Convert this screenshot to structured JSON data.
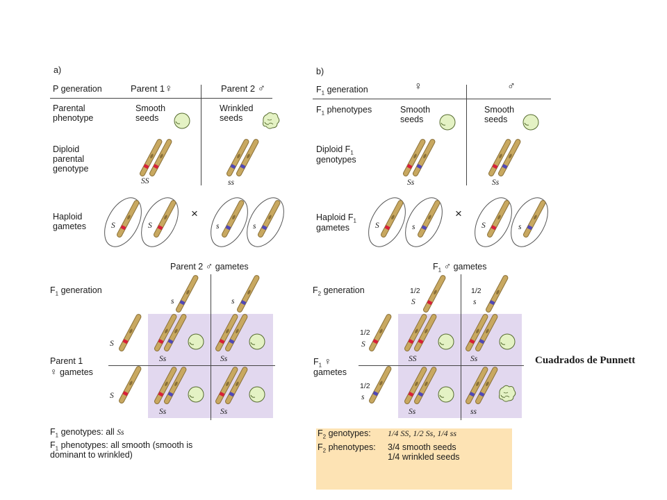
{
  "panel_a": {
    "label": "a)",
    "p_generation": {
      "main": "P generation"
    },
    "parent1": {
      "label": "Parent 1",
      "sym": "♀"
    },
    "parent2": {
      "label": "Parent 2",
      "sym": "♂"
    },
    "parental_phenotype": "Parental\nphenotype",
    "smooth_seeds": "Smooth\nseeds",
    "wrinkled_seeds": "Wrinkled\nseeds",
    "diploid_parental_genotype": "Diploid\nparental\ngenotype",
    "genotype_SS": "SS",
    "genotype_ss": "ss",
    "haploid_gametes": "Haploid\ngametes",
    "cross": "×",
    "gamete_S": "S",
    "gamete_s": "s",
    "parent2_gametes": {
      "label": "Parent 2",
      "sym": "♂",
      "suffix": "gametes"
    },
    "f1_generation": {
      "main": "F",
      "sub": "1",
      "rest": " generation"
    },
    "parent1_gametes": {
      "line1": "Parent 1",
      "sym": "♀",
      "line2": "gametes"
    },
    "cell_Ss": "Ss",
    "f1_genotypes": {
      "text": "F",
      "sub": "1",
      "rest": " genotypes: all ",
      "value": "Ss"
    },
    "f1_phenotypes": {
      "text": "F",
      "sub": "1",
      "rest": " phenotypes: all smooth (smooth is\ndominant to wrinkled)"
    }
  },
  "panel_b": {
    "label": "b)",
    "f1_generation": {
      "main": "F",
      "sub": "1",
      "rest": " generation"
    },
    "female_sym": "♀",
    "male_sym": "♂",
    "f1_phenotypes": {
      "main": "F",
      "sub": "1",
      "rest": " phenotypes"
    },
    "smooth_seeds": "Smooth\nseeds",
    "diploid_f1_genotypes": "Diploid F\ngenotypes",
    "diploid_sub": "1",
    "genotype_Ss": "Ss",
    "haploid_f1_gametes": "Haploid F\ngametes",
    "haploid_sub": "1",
    "cross": "×",
    "gamete_S": "S",
    "gamete_s": "s",
    "f1_male_gametes": {
      "main": "F",
      "sub": "1",
      "sym": "♂",
      "rest": "gametes"
    },
    "f2_generation": {
      "main": "F",
      "sub": "2",
      "rest": " generation"
    },
    "f1_female_gametes": {
      "main": "F",
      "sub": "1",
      "sym": "♀",
      "line2": "gametes"
    },
    "half": "1/2",
    "cell_SS": "SS",
    "cell_Ss": "Ss",
    "cell_ss": "ss",
    "f2_genotypes": {
      "label": "F",
      "sub": "2",
      "rest": " genotypes:",
      "value": "1/4 SS, 1/2 Ss, 1/4 ss"
    },
    "f2_phenotypes": {
      "label": "F",
      "sub": "2",
      "rest": " phenotypes:",
      "value1": "3/4 smooth seeds",
      "value2": "1/4 wrinkled seeds"
    }
  },
  "caption": "Cuadrados de Punnett",
  "colors": {
    "chromosome": "#c8a860",
    "chromosome_edge": "#8a7038",
    "dominant_band": "#d8203a",
    "recessive_band": "#5048b8",
    "pea": "#e4f2c4",
    "pea_edge": "#556b2f",
    "punnett_shade": "#e2d8ef",
    "summary_box": "#fde3b4"
  }
}
